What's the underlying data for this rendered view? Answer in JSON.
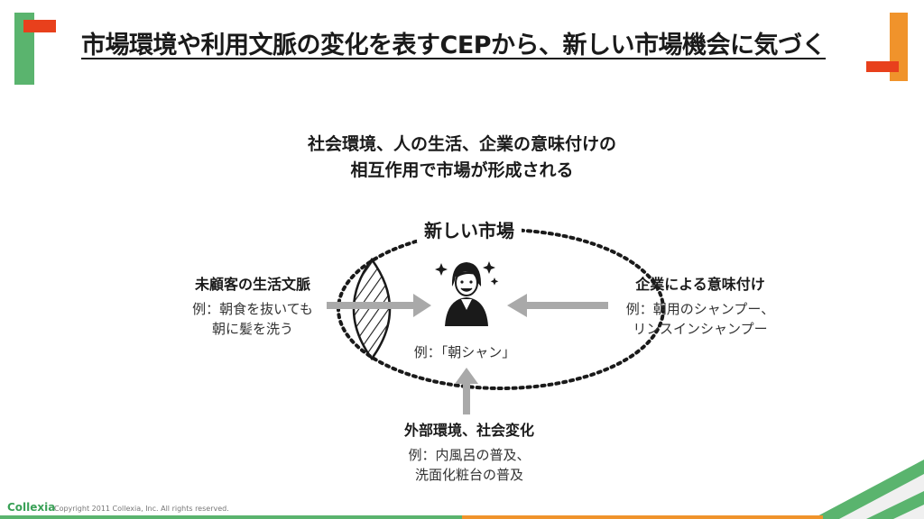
{
  "slide": {
    "title": "市場環境や利用文脈の変化を表すCEPから、新しい市場機会に気づく",
    "subtitle_line1": "社会環境、人の生活、企業の意味付けの",
    "subtitle_line2": "相互作用で市場が形成される",
    "market_label": "新しい市場",
    "left": {
      "title": "未顧客の生活文脈",
      "line1": "例：朝食を抜いても",
      "line2": "朝に髪を洗う"
    },
    "right": {
      "title": "企業による意味付け",
      "line1": "例：朝用のシャンプー、",
      "line2": "リンスインシャンプー"
    },
    "bottom": {
      "title": "外部環境、社会変化",
      "line1": "例：内風呂の普及、",
      "line2": "洗面化粧台の普及"
    },
    "center_example": "例：「朝シャン」",
    "footer": {
      "logo": "Collexia",
      "copyright": "Copyright 2011 Collexia, Inc. All rights reserved."
    }
  },
  "colors": {
    "accent_red": "#e8401c",
    "accent_green": "#5ab46e",
    "accent_orange": "#f0932b",
    "arrow_gray": "#a9a9a9"
  },
  "icons": [
    "person-sparkle-icon",
    "right-arrow-icon",
    "left-arrow-icon",
    "up-arrow-icon"
  ]
}
